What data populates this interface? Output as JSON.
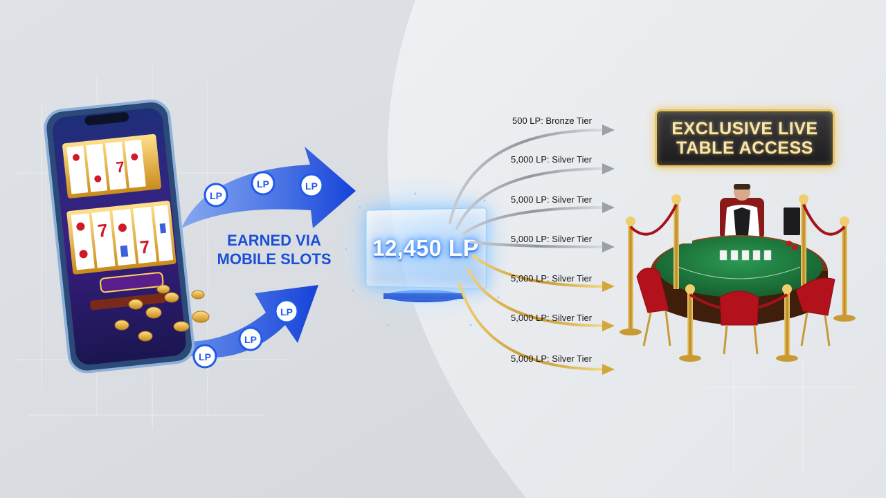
{
  "source": {
    "label_line1": "EARNED VIA",
    "label_line2": "MOBILE SLOTS",
    "token_label": "LP"
  },
  "points": {
    "balance": "12,450 LP"
  },
  "tiers": [
    {
      "label": "500 LP: Bronze Tier",
      "color": "silver"
    },
    {
      "label": "5,000 LP: Silver Tier",
      "color": "silver"
    },
    {
      "label": "5,000 LP: Silver Tier",
      "color": "silver"
    },
    {
      "label": "5,000 LP: Silver Tier",
      "color": "silver"
    },
    {
      "label": "5,000 LP: Silver Tier",
      "color": "gold"
    },
    {
      "label": "5,000 LP: Silver Tier",
      "color": "gold"
    },
    {
      "label": "5,000 LP: Silver Tier",
      "color": "gold"
    }
  ],
  "reward": {
    "line1": "EXCLUSIVE LIVE",
    "line2": "TABLE ACCESS"
  },
  "colors": {
    "arrow_blue": "#1f5be8",
    "gold": "#d4a73a",
    "silver": "#9aa1a8",
    "felt": "#1f7a3e",
    "chair_red": "#b3121c"
  }
}
